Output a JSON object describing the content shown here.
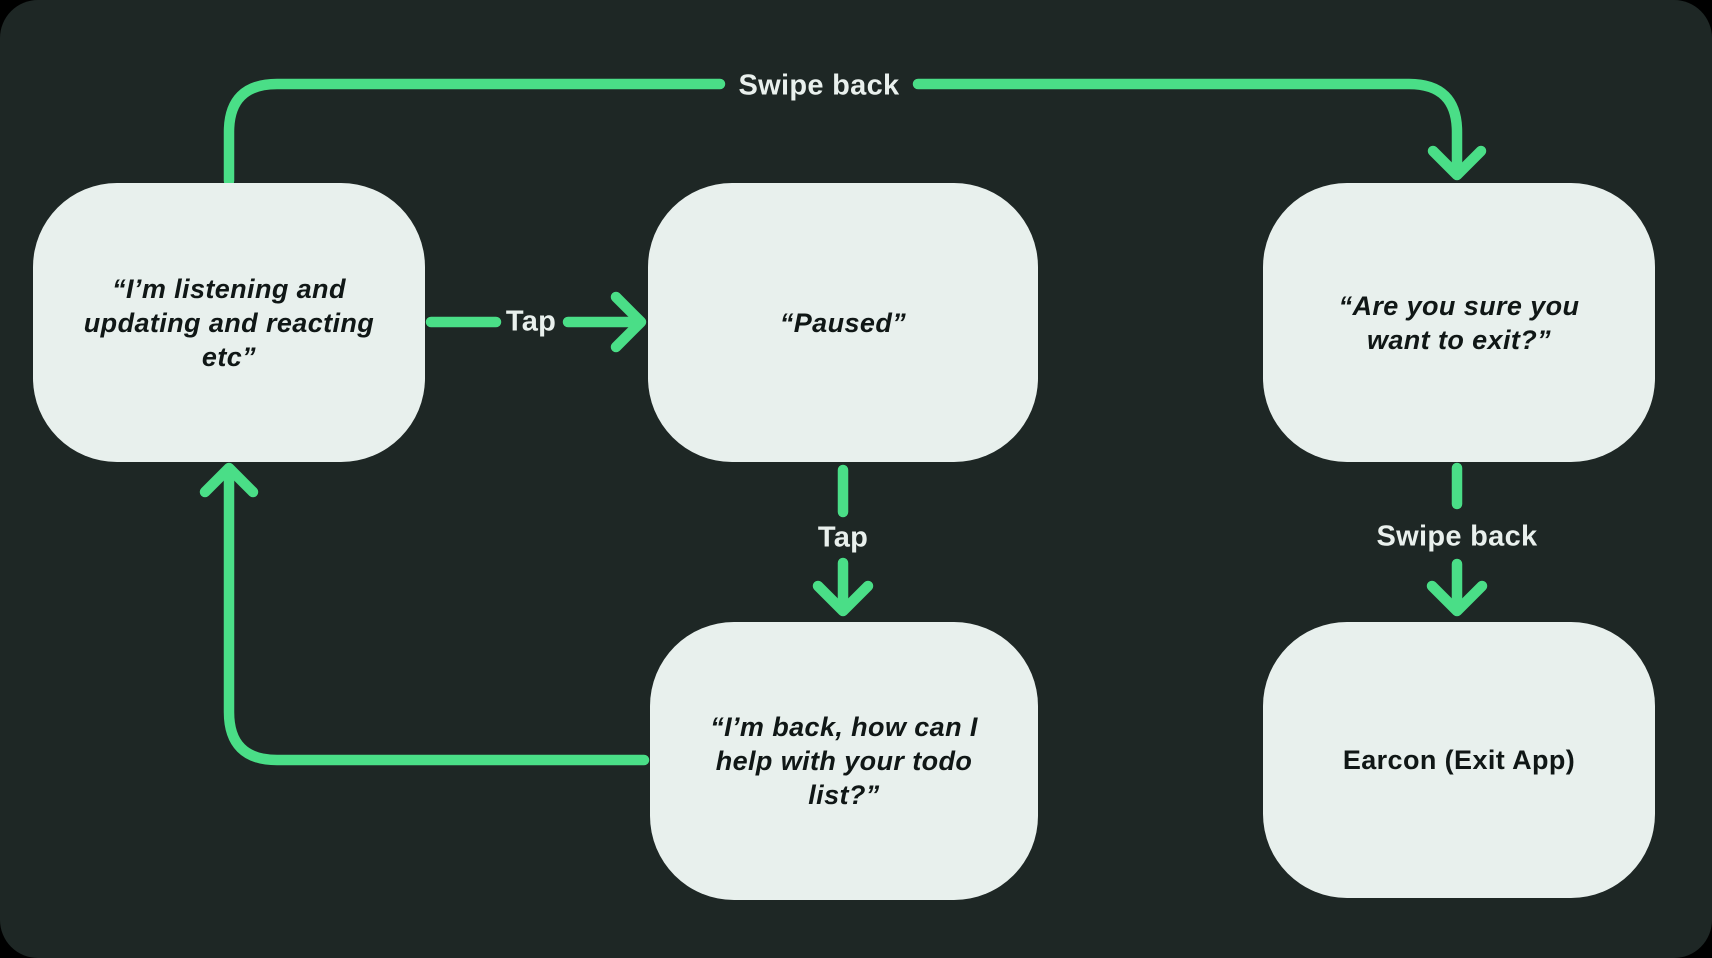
{
  "nodes": {
    "listening": {
      "text": "“I’m listening and\nupdating and reacting\netc”"
    },
    "paused": {
      "text": "“Paused”"
    },
    "exit_confirm": {
      "text": "“Are you sure you\nwant to exit?”"
    },
    "back_help": {
      "text": "“I’m back, how can I\nhelp with your todo\nlist?”"
    },
    "earcon": {
      "text": "Earcon (Exit App)"
    }
  },
  "edges": {
    "swipe_back_top": {
      "label": "Swipe back"
    },
    "tap_right": {
      "label": "Tap"
    },
    "tap_down": {
      "label": "Tap"
    },
    "swipe_back_right": {
      "label": "Swipe back"
    }
  },
  "colors": {
    "background": "#1e2725",
    "node_fill": "#e8f0ed",
    "arrow": "#4ade87",
    "node_text": "#101716",
    "label_text": "#e9f0ed"
  }
}
